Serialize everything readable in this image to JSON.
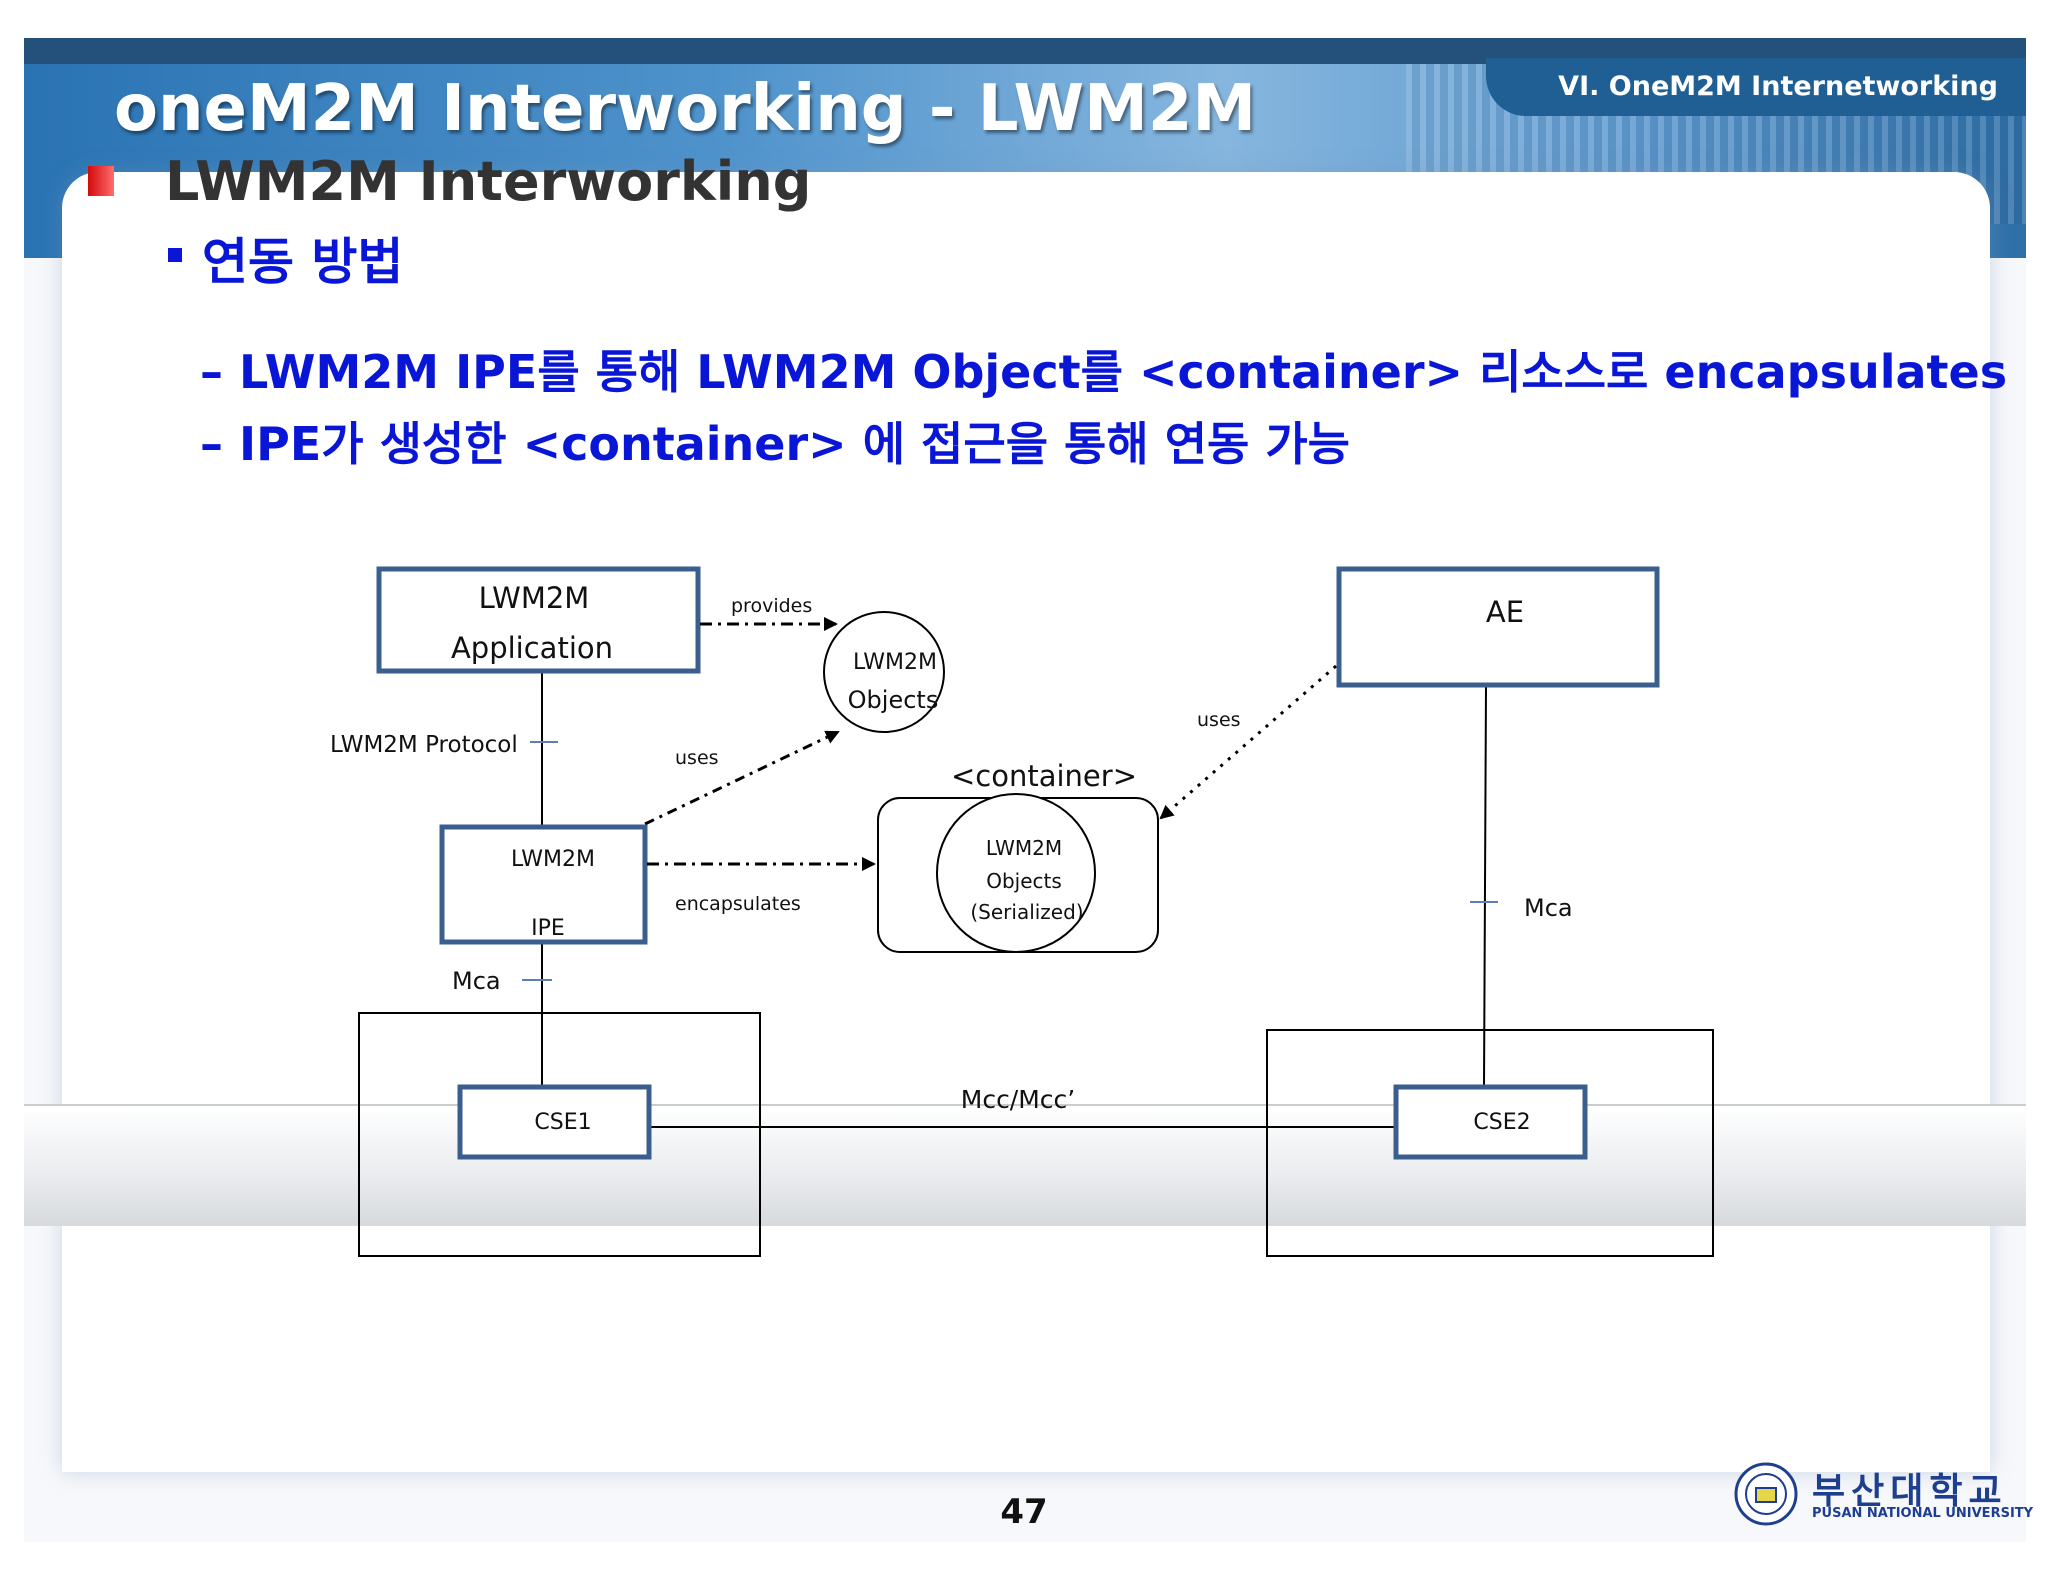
{
  "header": {
    "title": "oneM2M Interworking - LWM2M",
    "section": "VI. OneM2M Internetworking"
  },
  "content": {
    "heading": "LWM2M Interworking",
    "subheading": "연동 방법",
    "points": [
      "– LWM2M IPE를 통해 LWM2M Object를 <container> 리소스로 encapsulates",
      "– IPE가 생성한 <container> 에 접근을 통해 연동 가능"
    ]
  },
  "diagram": {
    "app_box": {
      "line1": "LWM2M",
      "line2": "Application"
    },
    "objects_circle": {
      "line1": "LWM2M",
      "line2": "Objects"
    },
    "provides_label": "provides",
    "uses_label_left": "uses",
    "uses_label_right": "uses",
    "protocol_label": "LWM2M Protocol",
    "ipe_box": {
      "line1": "LWM2M",
      "line2": "IPE"
    },
    "encapsulates_label": "encapsulates",
    "container_label": "<container>",
    "serialized_circle": {
      "line1": "LWM2M",
      "line2": "Objects",
      "line3": "(Serialized)"
    },
    "ae_box": "AE",
    "mca_left": "Mca",
    "mca_right": "Mca",
    "cse1": "CSE1",
    "cse2": "CSE2",
    "mcc_label": "Mcc/Mcc’"
  },
  "footer": {
    "page_number": "47",
    "logo_korean": "부산대학교",
    "logo_english": "PUSAN NATIONAL UNIVERSITY"
  }
}
